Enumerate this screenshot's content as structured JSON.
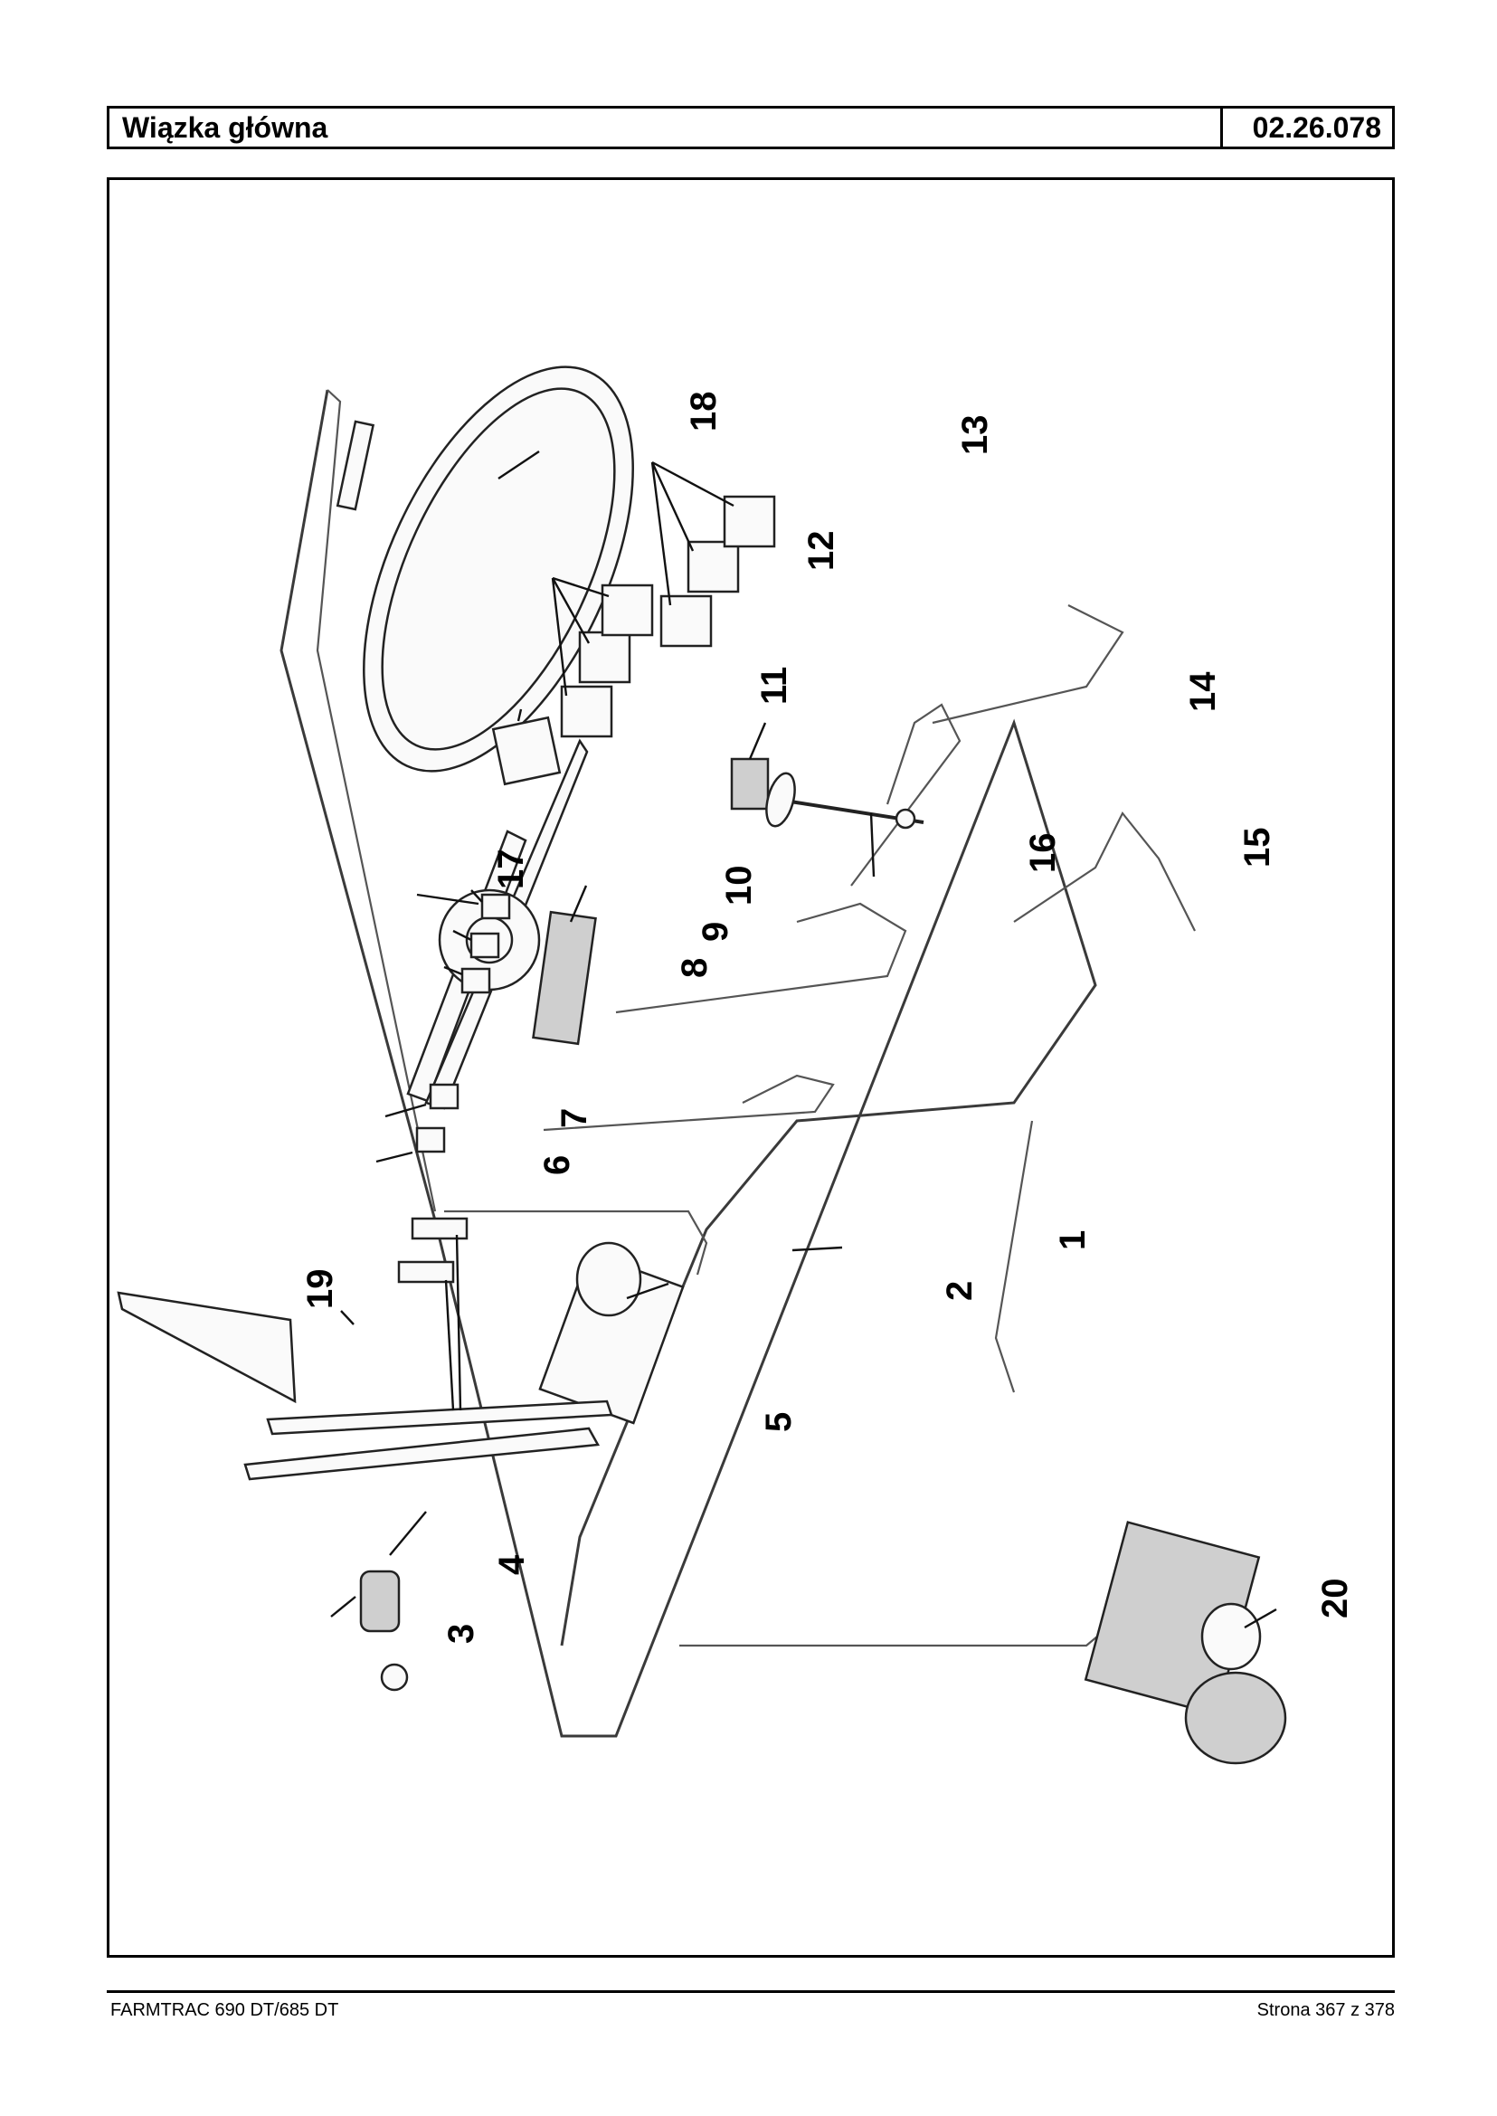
{
  "header": {
    "title": "Wiązka główna",
    "code": "02.26.078"
  },
  "footer": {
    "model": "FARMTRAC 690 DT/685 DT",
    "page": "Strona 367 z 378"
  },
  "callouts": [
    "1",
    "2",
    "3",
    "4",
    "5",
    "6",
    "7",
    "8",
    "9",
    "10",
    "11",
    "12",
    "13",
    "14",
    "15",
    "16",
    "17",
    "18",
    "19",
    "20"
  ]
}
